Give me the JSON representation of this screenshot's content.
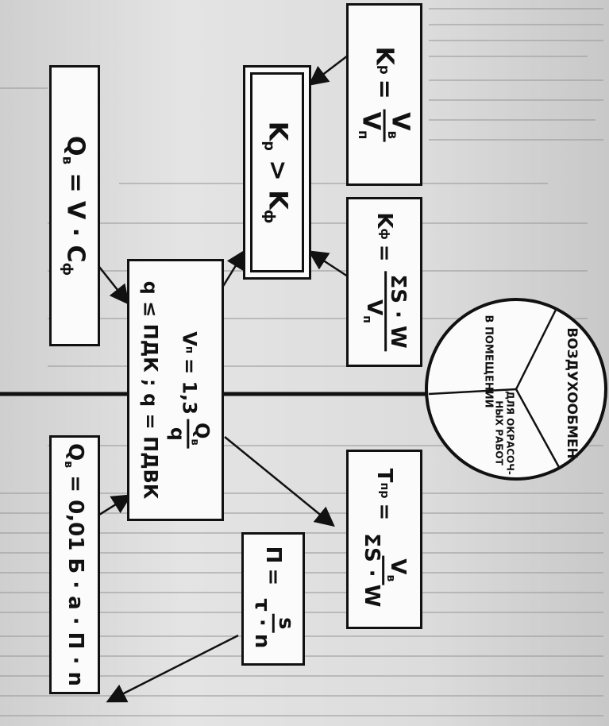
{
  "formulas": {
    "qv_v": {
      "lhs": "Q",
      "lhs_sub": "в",
      "rhs": "= V · C",
      "rhs_sub": "ф"
    },
    "qv_b": {
      "lhs": "Q",
      "lhs_sub": "в",
      "rhs": "= 0,01 Б · а · П · n"
    },
    "vn": {
      "lhs": "V",
      "lhs_sub": "п",
      "eq": "= 1,3",
      "num": "Q",
      "num_sub": "в",
      "den": "q",
      "line2": "q ≤ ПДК ; q = ПДВК"
    },
    "kp": {
      "lhs": "K",
      "lhs_sub": "р",
      "eq": "=",
      "num": "V",
      "num_sub": "в",
      "den": "V",
      "den_sub": "п"
    },
    "kp_gt_kf": {
      "text": "K",
      "sub1": "р",
      "mid": " > K",
      "sub2": "ф"
    },
    "kf": {
      "lhs": "K",
      "lhs_sub": "ф",
      "eq": "=",
      "num": "ΣS · W",
      "den": "V",
      "den_sub": "п"
    },
    "tpr": {
      "lhs": "T",
      "lhs_sub": "пр",
      "eq": "=",
      "num": "V",
      "num_sub": "в",
      "den": "ΣS · W"
    },
    "n": {
      "lhs": "П",
      "eq": "=",
      "num": "s",
      "den": "τ · n"
    }
  },
  "circle": {
    "segments": [
      "ВОЗДУХООБМЕН",
      "В ПОМЕЩЕНИИ",
      "ДЛЯ ОКРАСОЧ-НЫХ РАБОТ"
    ]
  },
  "colors": {
    "ink": "#111111",
    "paper": "#fbfbfb",
    "background": "#d9d9d9"
  }
}
